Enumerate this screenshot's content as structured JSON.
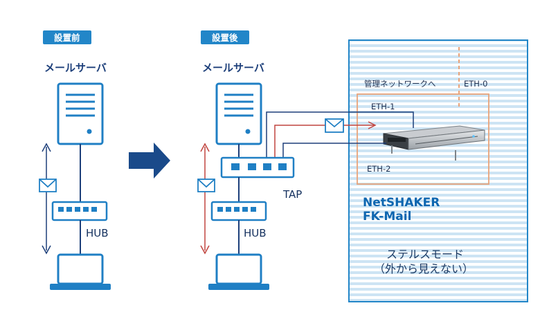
{
  "before": {
    "badge": "設置前",
    "server_label": "メールサーバ",
    "hub_label": "HUB"
  },
  "after": {
    "badge": "設置後",
    "server_label": "メールサーバ",
    "hub_label": "HUB",
    "tap_label": "TAP"
  },
  "appliance": {
    "mgmt_label": "管理ネットワークへ",
    "eth0": "ETH-0",
    "eth1": "ETH-1",
    "eth2": "ETH-2",
    "product_line1": "NetSHAKER",
    "product_line2": "FK-Mail",
    "mode_line1": "ステルスモード",
    "mode_line2": "（外から見えない）"
  },
  "colors": {
    "accent_blue": "#2286c8",
    "icon_blue": "#1f7fc4",
    "arrow_navy": "#1a4a8a",
    "tap_line_red": "#c0443f",
    "mgmt_line_orange": "#e9a37a",
    "stripe_blue": "#cde4f4"
  },
  "icons": {
    "server": "server-icon",
    "hub": "hub-icon",
    "laptop": "laptop-icon",
    "mail": "mail-icon",
    "right_arrow": "right-arrow-icon",
    "appliance": "rack-appliance-icon"
  }
}
